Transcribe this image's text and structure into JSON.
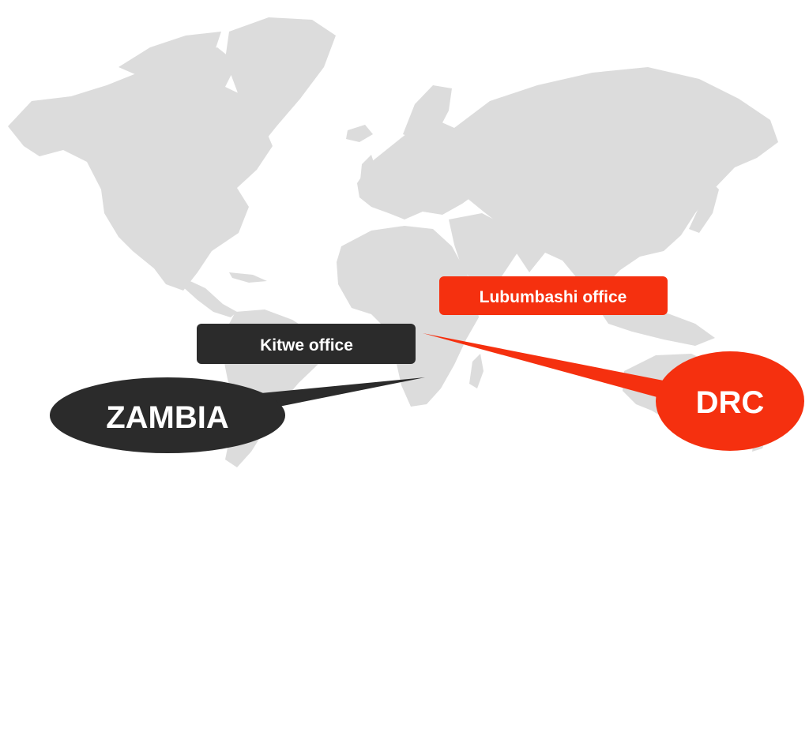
{
  "map": {
    "land_color": "#dcdcdc",
    "background_color": "#ffffff"
  },
  "callouts": {
    "lubumbashi": {
      "label": "Lubumbashi office",
      "color": "#f5300f"
    },
    "kitwe": {
      "label": "Kitwe office",
      "color": "#2b2b2b"
    },
    "zambia": {
      "label": "ZAMBIA",
      "color": "#2b2b2b"
    },
    "drc": {
      "label": "DRC",
      "color": "#f5300f"
    }
  }
}
